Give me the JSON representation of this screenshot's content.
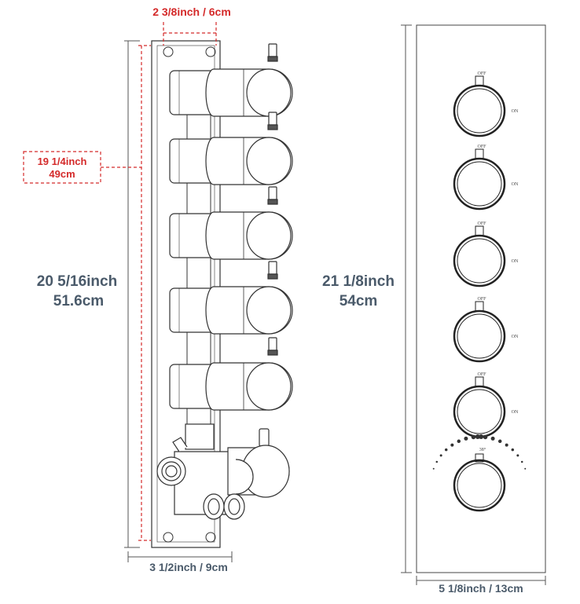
{
  "dimensions": {
    "top_width": "2 3/8inch / 6cm",
    "inner_height_inch": "19 1/4inch",
    "inner_height_cm": "49cm",
    "body_height_inch": "20 5/16inch",
    "body_height_cm": "51.6cm",
    "body_width": "3 1/2inch / 9cm",
    "plate_height_inch": "21 1/8inch",
    "plate_height_cm": "54cm",
    "plate_width": "5 1/8inch / 13cm"
  },
  "valve_labels": [
    {
      "off": "OFF",
      "on": "ON"
    },
    {
      "off": "OFF",
      "on": "ON"
    },
    {
      "off": "OFF",
      "on": "ON"
    },
    {
      "off": "OFF",
      "on": "ON"
    },
    {
      "off": "OFF",
      "on": "ON"
    }
  ],
  "thermostat_label": "38°",
  "colors": {
    "dimension_text": "#4a5a6a",
    "red_dimension": "#d42a2a",
    "line": "#333333"
  }
}
